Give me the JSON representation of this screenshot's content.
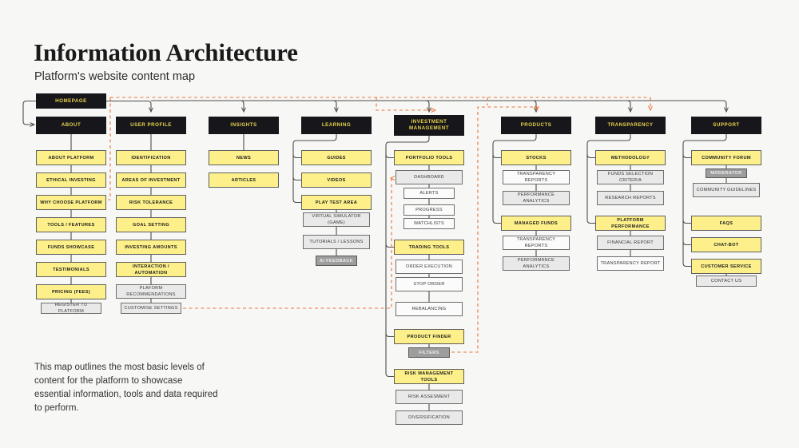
{
  "header": {
    "title": "Information Architecture",
    "subtitle": "Platform's website content map"
  },
  "note": "This map outlines the most basic levels of content for the platform to showcase essential information, tools and data required to perform.",
  "colors": {
    "background": "#f7f7f5",
    "root_fill": "#17161a",
    "root_text": "#e8d44d",
    "primary_fill": "#fdf08a",
    "secondary_fill": "#e9e9e9",
    "tertiary_fill": "#fbfbfb",
    "accent_fill": "#9d9d9d",
    "flow_line": "#e8743b",
    "connector_line": "#4d4d4d"
  },
  "root": {
    "label": "HOMEPAGE"
  },
  "columns": [
    {
      "id": "about",
      "root": "ABOUT",
      "children": [
        {
          "label": "ABOUT PLATFORM",
          "style": "yellow"
        },
        {
          "label": "ETHICAL INVESTING",
          "style": "yellow"
        },
        {
          "label": "WHY CHOOSE PLATFORM",
          "style": "yellow"
        },
        {
          "label": "TOOLS / FEATURES",
          "style": "yellow"
        },
        {
          "label": "FUNDS SHOWCASE",
          "style": "yellow"
        },
        {
          "label": "TESTIMONIALS",
          "style": "yellow"
        },
        {
          "label": "PRICING (FEES)",
          "style": "yellow"
        },
        {
          "label": "REGISTER TO PLATFORM",
          "style": "grey"
        }
      ]
    },
    {
      "id": "user-profile",
      "root": "USER PROFILE",
      "children": [
        {
          "label": "IDENTIFICATION",
          "style": "yellow"
        },
        {
          "label": "AREAS OF INVESTMENT",
          "style": "yellow"
        },
        {
          "label": "RISK TOLERANCE",
          "style": "yellow"
        },
        {
          "label": "GOAL SETTING",
          "style": "yellow"
        },
        {
          "label": "INVESTING AMOUNTS",
          "style": "yellow"
        },
        {
          "label": "INTERACTION / AUTOMATION",
          "style": "yellow"
        },
        {
          "label": "PLAFORM RECOMMENDATIONS",
          "style": "grey"
        },
        {
          "label": "CUSTOMISE SETTINGS",
          "style": "grey"
        }
      ]
    },
    {
      "id": "insights",
      "root": "INSIGHTS",
      "children": [
        {
          "label": "NEWS",
          "style": "yellow"
        },
        {
          "label": "ARTICLES",
          "style": "yellow"
        }
      ]
    },
    {
      "id": "learning",
      "root": "LEARNING",
      "children": [
        {
          "label": "GUIDES",
          "style": "yellow"
        },
        {
          "label": "VIDEOS",
          "style": "yellow"
        },
        {
          "label": "PLAY TEST AREA",
          "style": "yellow"
        },
        {
          "label": "VIRTUAL SIMULATOR (GAME)",
          "style": "grey"
        },
        {
          "label": "TUTORIALS / LESSONS",
          "style": "grey"
        },
        {
          "label": "AI FEEDBACK",
          "style": "dark"
        }
      ]
    },
    {
      "id": "investment-management",
      "root": "INVESTMENT MANAGEMENT",
      "children": [
        {
          "label": "PORTFOLIO TOOLS",
          "style": "yellow"
        },
        {
          "label": "DASHBOARD",
          "style": "grey"
        },
        {
          "label": "ALERTS",
          "style": "white"
        },
        {
          "label": "PROGRESS",
          "style": "white"
        },
        {
          "label": "WATCHLISTS",
          "style": "white"
        },
        {
          "label": "TRADING TOOLS",
          "style": "yellow"
        },
        {
          "label": "ORDER EXECUTION",
          "style": "white"
        },
        {
          "label": "STOP ORDER",
          "style": "white"
        },
        {
          "label": "REBALANCING",
          "style": "white"
        },
        {
          "label": "PRODUCT FINDER",
          "style": "yellow"
        },
        {
          "label": "FILTERS",
          "style": "dark"
        },
        {
          "label": "RISK MANAGEMENT TOOLS",
          "style": "yellow"
        },
        {
          "label": "RISK ASSESMENT",
          "style": "grey"
        },
        {
          "label": "DIVERSIFICATION",
          "style": "grey"
        }
      ]
    },
    {
      "id": "products",
      "root": "PRODUCTS",
      "children": [
        {
          "label": "STOCKS",
          "style": "yellow"
        },
        {
          "label": "TRANSPARENCY REPORTS",
          "style": "white"
        },
        {
          "label": "PERFORMANCE ANALYTICS",
          "style": "grey"
        },
        {
          "label": "MANAGED FUNDS",
          "style": "yellow"
        },
        {
          "label": "TRANSPARENCY REPORTS",
          "style": "white"
        },
        {
          "label": "PERFORMANCE ANALYTICS",
          "style": "grey"
        }
      ]
    },
    {
      "id": "transparency",
      "root": "TRANSPARENCY",
      "children": [
        {
          "label": "METHODOLOGY",
          "style": "yellow"
        },
        {
          "label": "FUNDS SELECTION CRITERIA",
          "style": "grey"
        },
        {
          "label": "RESEARCH REPORTS",
          "style": "grey"
        },
        {
          "label": "PLATFORM PERFORMANCE",
          "style": "yellow"
        },
        {
          "label": "FINANCIAL REPORT",
          "style": "grey"
        },
        {
          "label": "TRANSPARENCY REPORT",
          "style": "white"
        }
      ]
    },
    {
      "id": "support",
      "root": "SUPPORT",
      "children": [
        {
          "label": "COMMUNITY FORUM",
          "style": "yellow"
        },
        {
          "label": "MODERATOR",
          "style": "dark"
        },
        {
          "label": "COMMUNITY GUIDELINES",
          "style": "grey"
        },
        {
          "label": "FAQS",
          "style": "yellow"
        },
        {
          "label": "CHAT-BOT",
          "style": "yellow"
        },
        {
          "label": "CUSTOMER SERVICE",
          "style": "yellow"
        },
        {
          "label": "CONTACT US",
          "style": "grey"
        }
      ]
    }
  ]
}
